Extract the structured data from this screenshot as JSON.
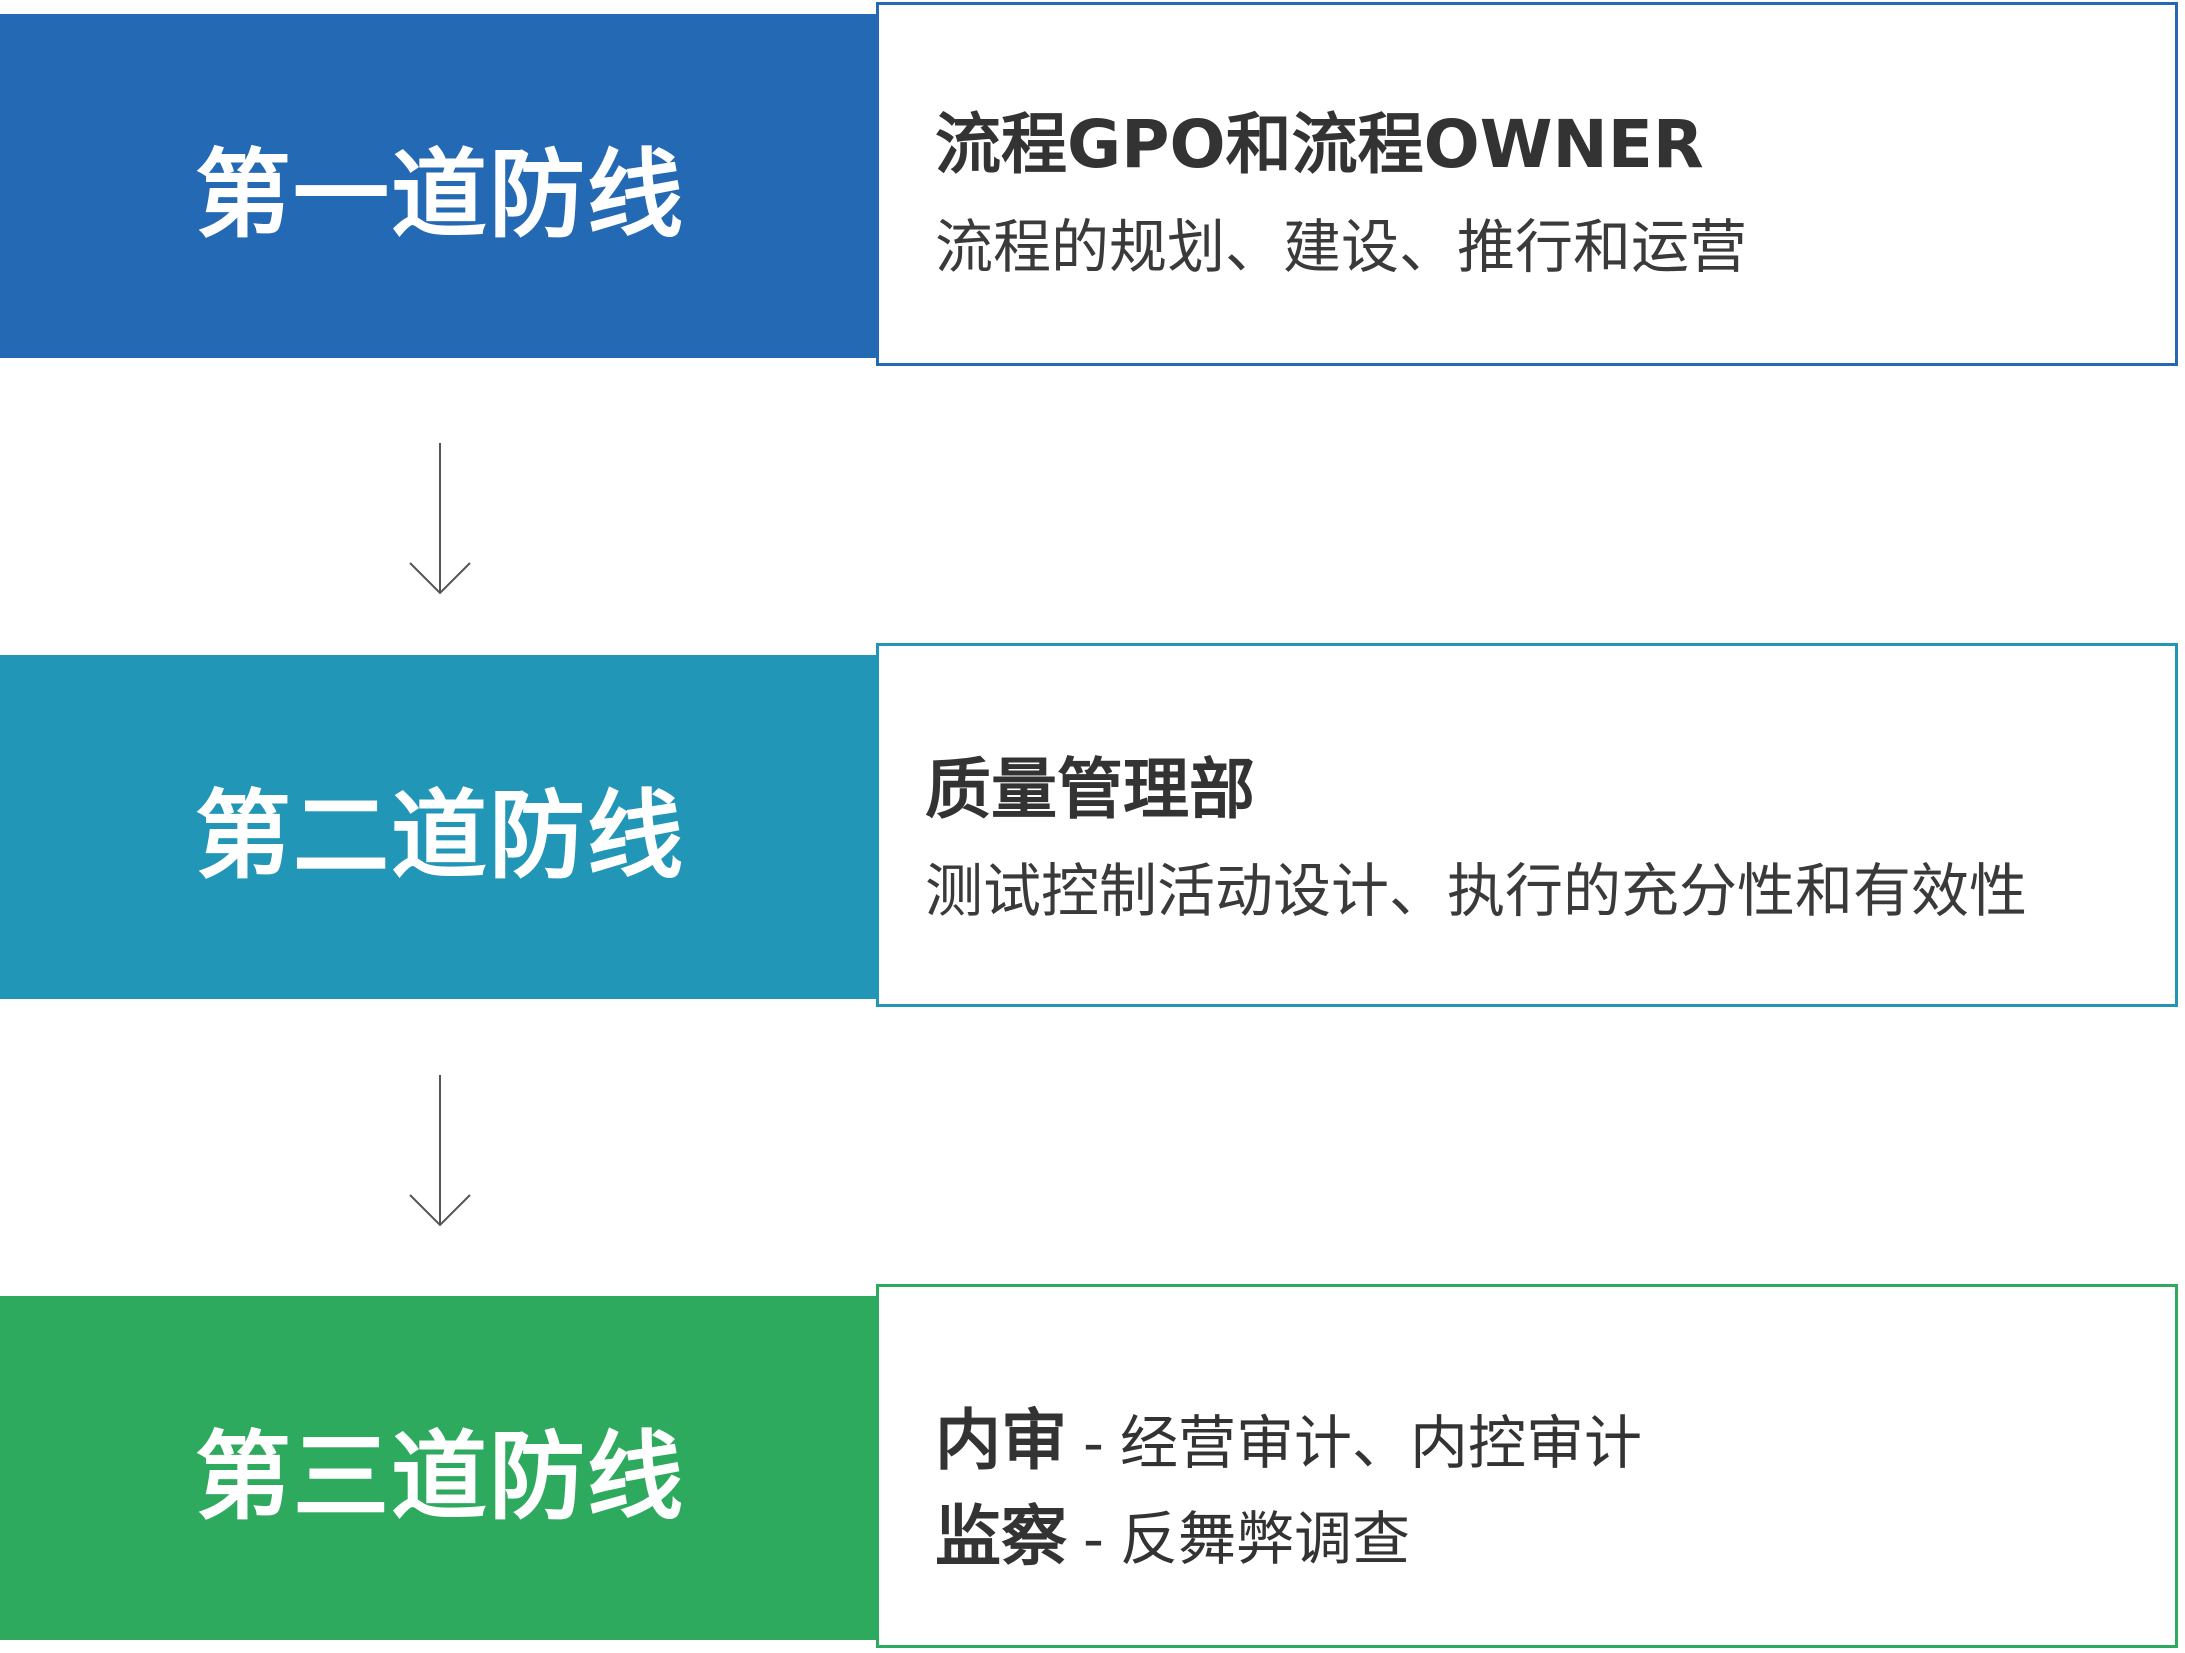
{
  "tiers": [
    {
      "label": "第一道防线",
      "title": "流程GPO和流程OWNER",
      "description": "流程的规划、建设、推行和运营",
      "color": "#2469b3"
    },
    {
      "label": "第二道防线",
      "title": "质量管理部",
      "description": "测试控制活动设计、执行的充分性和有效性",
      "color": "#2296b6"
    },
    {
      "label": "第三道防线",
      "lines": [
        {
          "strong": "内审",
          "separator": "-",
          "detail": "经营审计、内控审计"
        },
        {
          "strong": "监察",
          "separator": "-",
          "detail": "反舞弊调查"
        }
      ],
      "color": "#2eaa5e"
    }
  ],
  "arrows": [
    "arrow-down-icon",
    "arrow-down-icon"
  ]
}
